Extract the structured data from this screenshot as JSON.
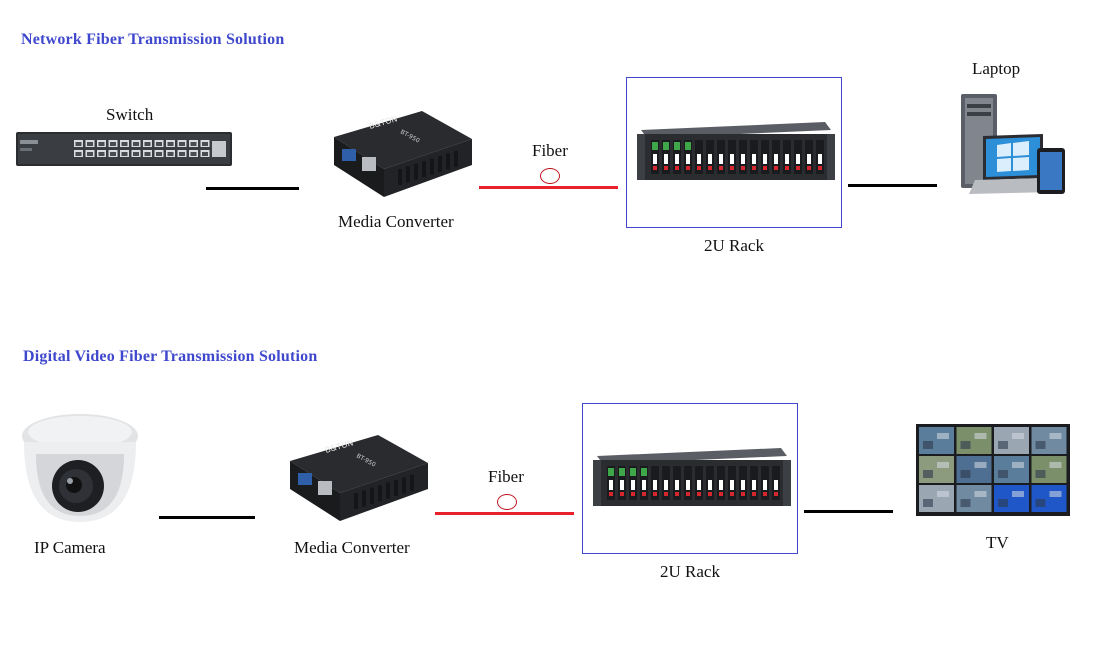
{
  "solutions": [
    {
      "heading": "Network Fiber Transmission Solution",
      "source_label": "Switch",
      "converter_label": "Media Converter",
      "converter_brand": "B&TON",
      "converter_model": "BT-950",
      "fiber_label": "Fiber",
      "rack_label": "2U Rack",
      "end_label": "Laptop"
    },
    {
      "heading": "Digital Video Fiber Transmission Solution",
      "source_label": "IP Camera",
      "converter_label": "Media Converter",
      "converter_brand": "B&TON",
      "converter_model": "BT-950",
      "fiber_label": "Fiber",
      "rack_label": "2U Rack",
      "end_label": "TV"
    }
  ],
  "colors": {
    "heading": "#3f48cc",
    "fiber_line": "#e8202a",
    "copper_line": "#000000",
    "rack_border": "#3f48cc"
  },
  "icons": [
    "network-switch-icon",
    "media-converter-icon",
    "rack-chassis-icon",
    "laptop-devices-icon",
    "ip-camera-icon",
    "tv-wall-icon"
  ]
}
